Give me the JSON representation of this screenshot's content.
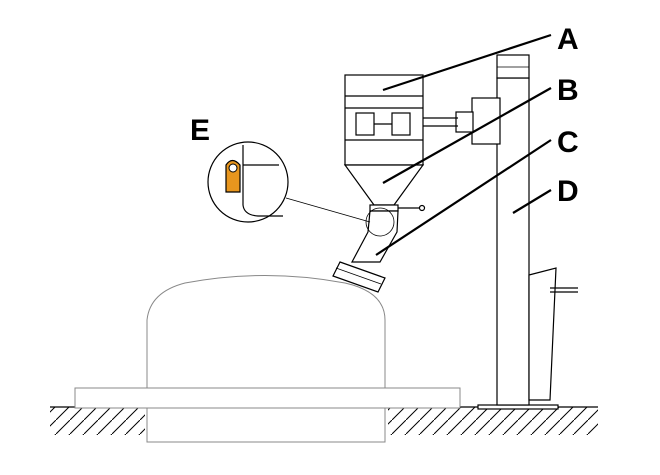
{
  "labels": {
    "a": "A",
    "b": "B",
    "c": "C",
    "d": "D",
    "e": "E"
  },
  "colors": {
    "seal_highlight": "#e8961e",
    "line": "#000000",
    "vessel_outline": "#888888"
  }
}
